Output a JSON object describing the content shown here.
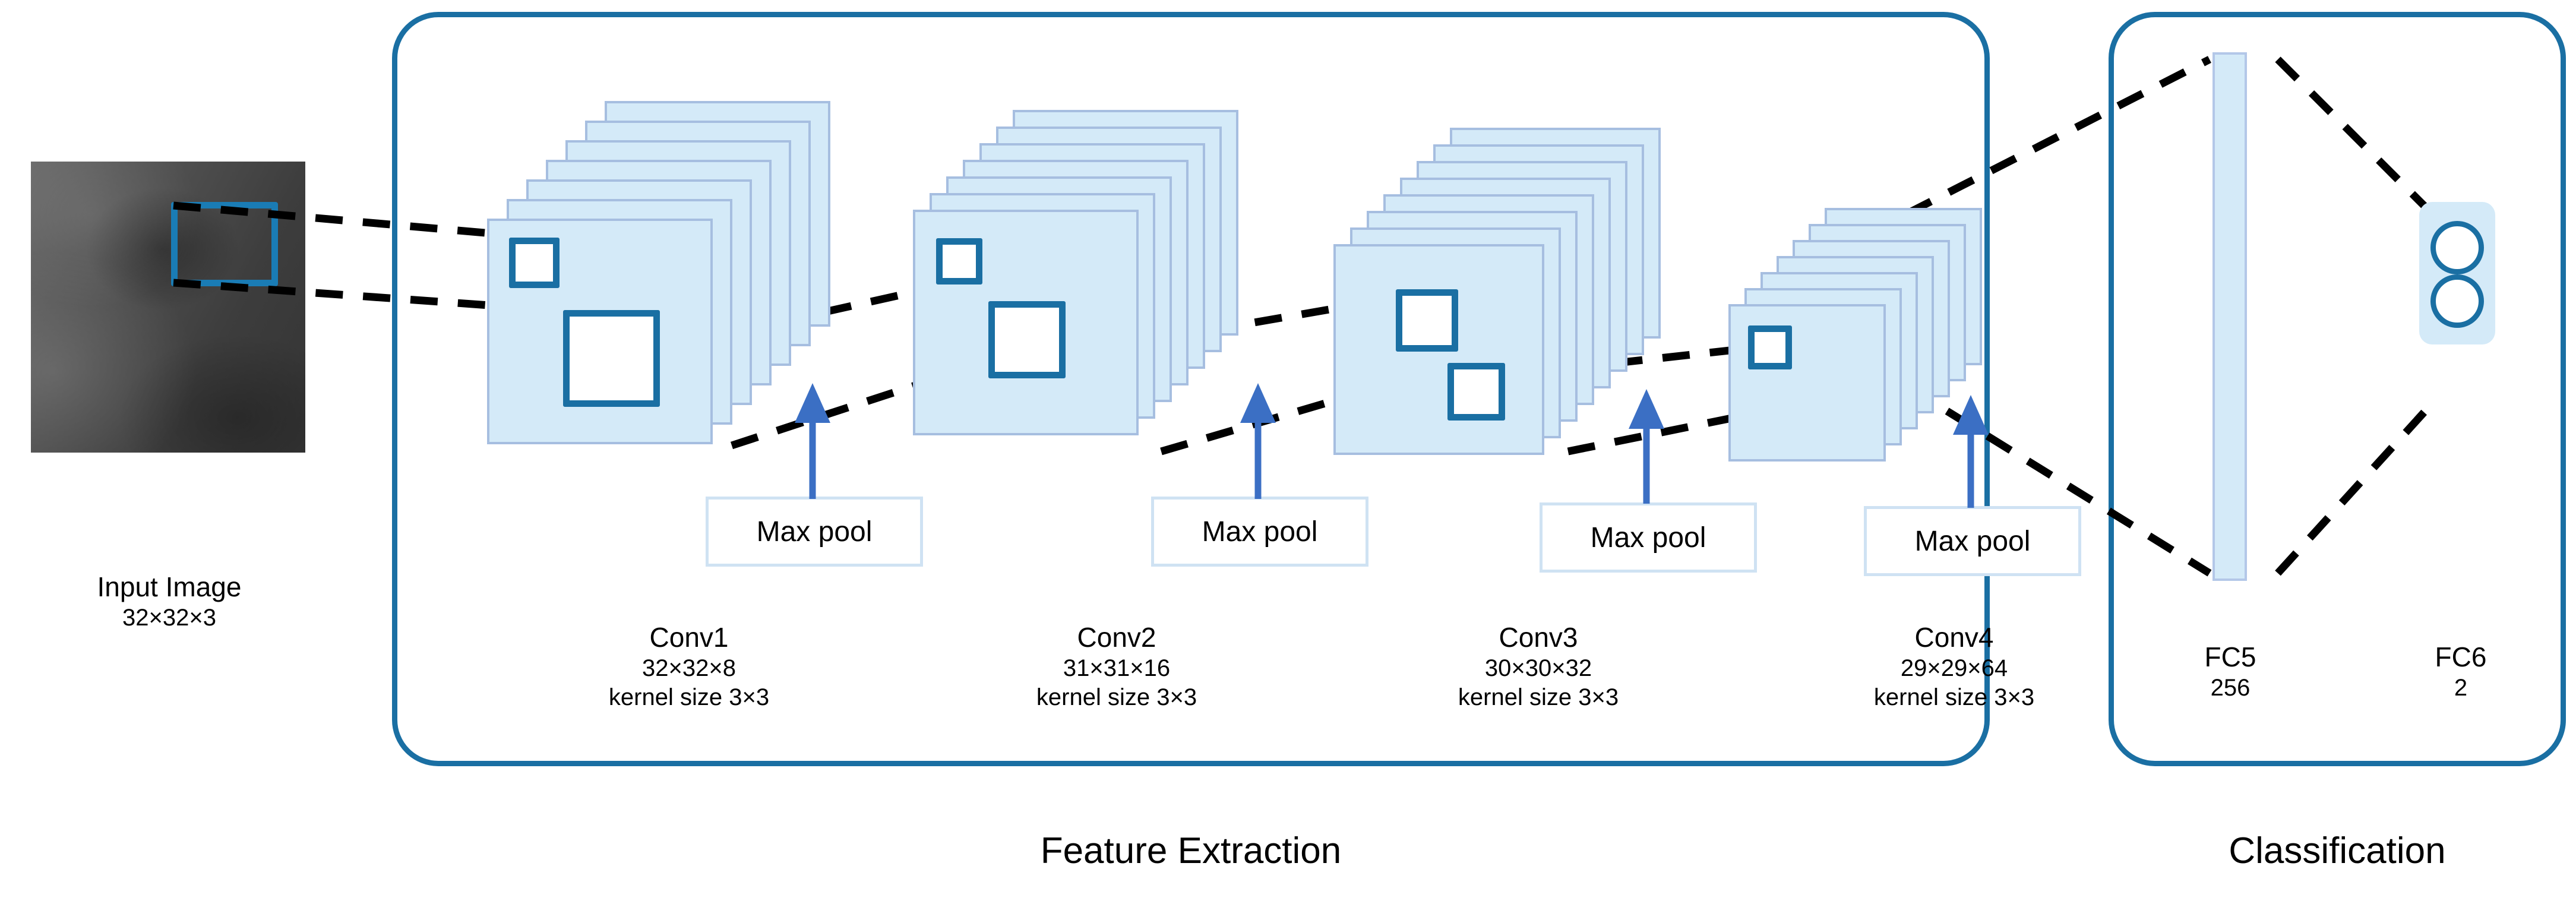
{
  "diagram": {
    "title": "CNN Architecture",
    "accent_color": "#1a6fa3",
    "card_fill": "#d4eaf8",
    "card_border": "#a6bee0",
    "arrow_color": "#3b6fc4",
    "roi_color": "#1a7cb5",
    "dash_color": "#000000"
  },
  "input": {
    "name": "Input Image",
    "title": "Input Image",
    "shape": "32×32×3"
  },
  "sections": [
    {
      "key": "feature_extraction",
      "label": "Feature Extraction"
    },
    {
      "key": "classification",
      "label": "Classification"
    }
  ],
  "conv_layers": [
    {
      "name": "Conv1",
      "shape": "32×32×8",
      "kernel": "kernel size 3×3",
      "cards": 7,
      "pool": "Max pool"
    },
    {
      "name": "Conv2",
      "shape": "31×31×16",
      "kernel": "kernel size 3×3",
      "cards": 7,
      "pool": "Max pool"
    },
    {
      "name": "Conv3",
      "shape": "30×30×32",
      "kernel": "kernel size 3×3",
      "cards": 8,
      "pool": "Max pool"
    },
    {
      "name": "Conv4",
      "shape": "29×29×64",
      "kernel": "kernel size 3×3",
      "cards": 7,
      "pool": "Max pool"
    }
  ],
  "fc_layers": [
    {
      "name": "FC5",
      "units": "256"
    },
    {
      "name": "FC6",
      "units": "2"
    }
  ],
  "pool_label": "Max pool",
  "chart_data": {
    "type": "diagram",
    "title": "CNN Architecture",
    "nodes": [
      {
        "id": "input",
        "label": "Input Image",
        "detail": "32×32×3",
        "group": "input"
      },
      {
        "id": "conv1",
        "label": "Conv1",
        "detail": "32×32×8",
        "kernel": "3×3",
        "group": "Feature Extraction"
      },
      {
        "id": "pool1",
        "label": "Max pool",
        "group": "Feature Extraction"
      },
      {
        "id": "conv2",
        "label": "Conv2",
        "detail": "31×31×16",
        "kernel": "3×3",
        "group": "Feature Extraction"
      },
      {
        "id": "pool2",
        "label": "Max pool",
        "group": "Feature Extraction"
      },
      {
        "id": "conv3",
        "label": "Conv3",
        "detail": "30×30×32",
        "kernel": "3×3",
        "group": "Feature Extraction"
      },
      {
        "id": "pool3",
        "label": "Max pool",
        "group": "Feature Extraction"
      },
      {
        "id": "conv4",
        "label": "Conv4",
        "detail": "29×29×64",
        "kernel": "3×3",
        "group": "Feature Extraction"
      },
      {
        "id": "pool4",
        "label": "Max pool",
        "group": "Feature Extraction"
      },
      {
        "id": "fc5",
        "label": "FC5",
        "detail": "256",
        "group": "Classification"
      },
      {
        "id": "fc6",
        "label": "FC6",
        "detail": "2",
        "group": "Classification"
      }
    ],
    "edges": [
      [
        "input",
        "conv1"
      ],
      [
        "conv1",
        "conv2"
      ],
      [
        "conv2",
        "conv3"
      ],
      [
        "conv3",
        "conv4"
      ],
      [
        "conv4",
        "fc5"
      ],
      [
        "fc5",
        "fc6"
      ]
    ]
  }
}
